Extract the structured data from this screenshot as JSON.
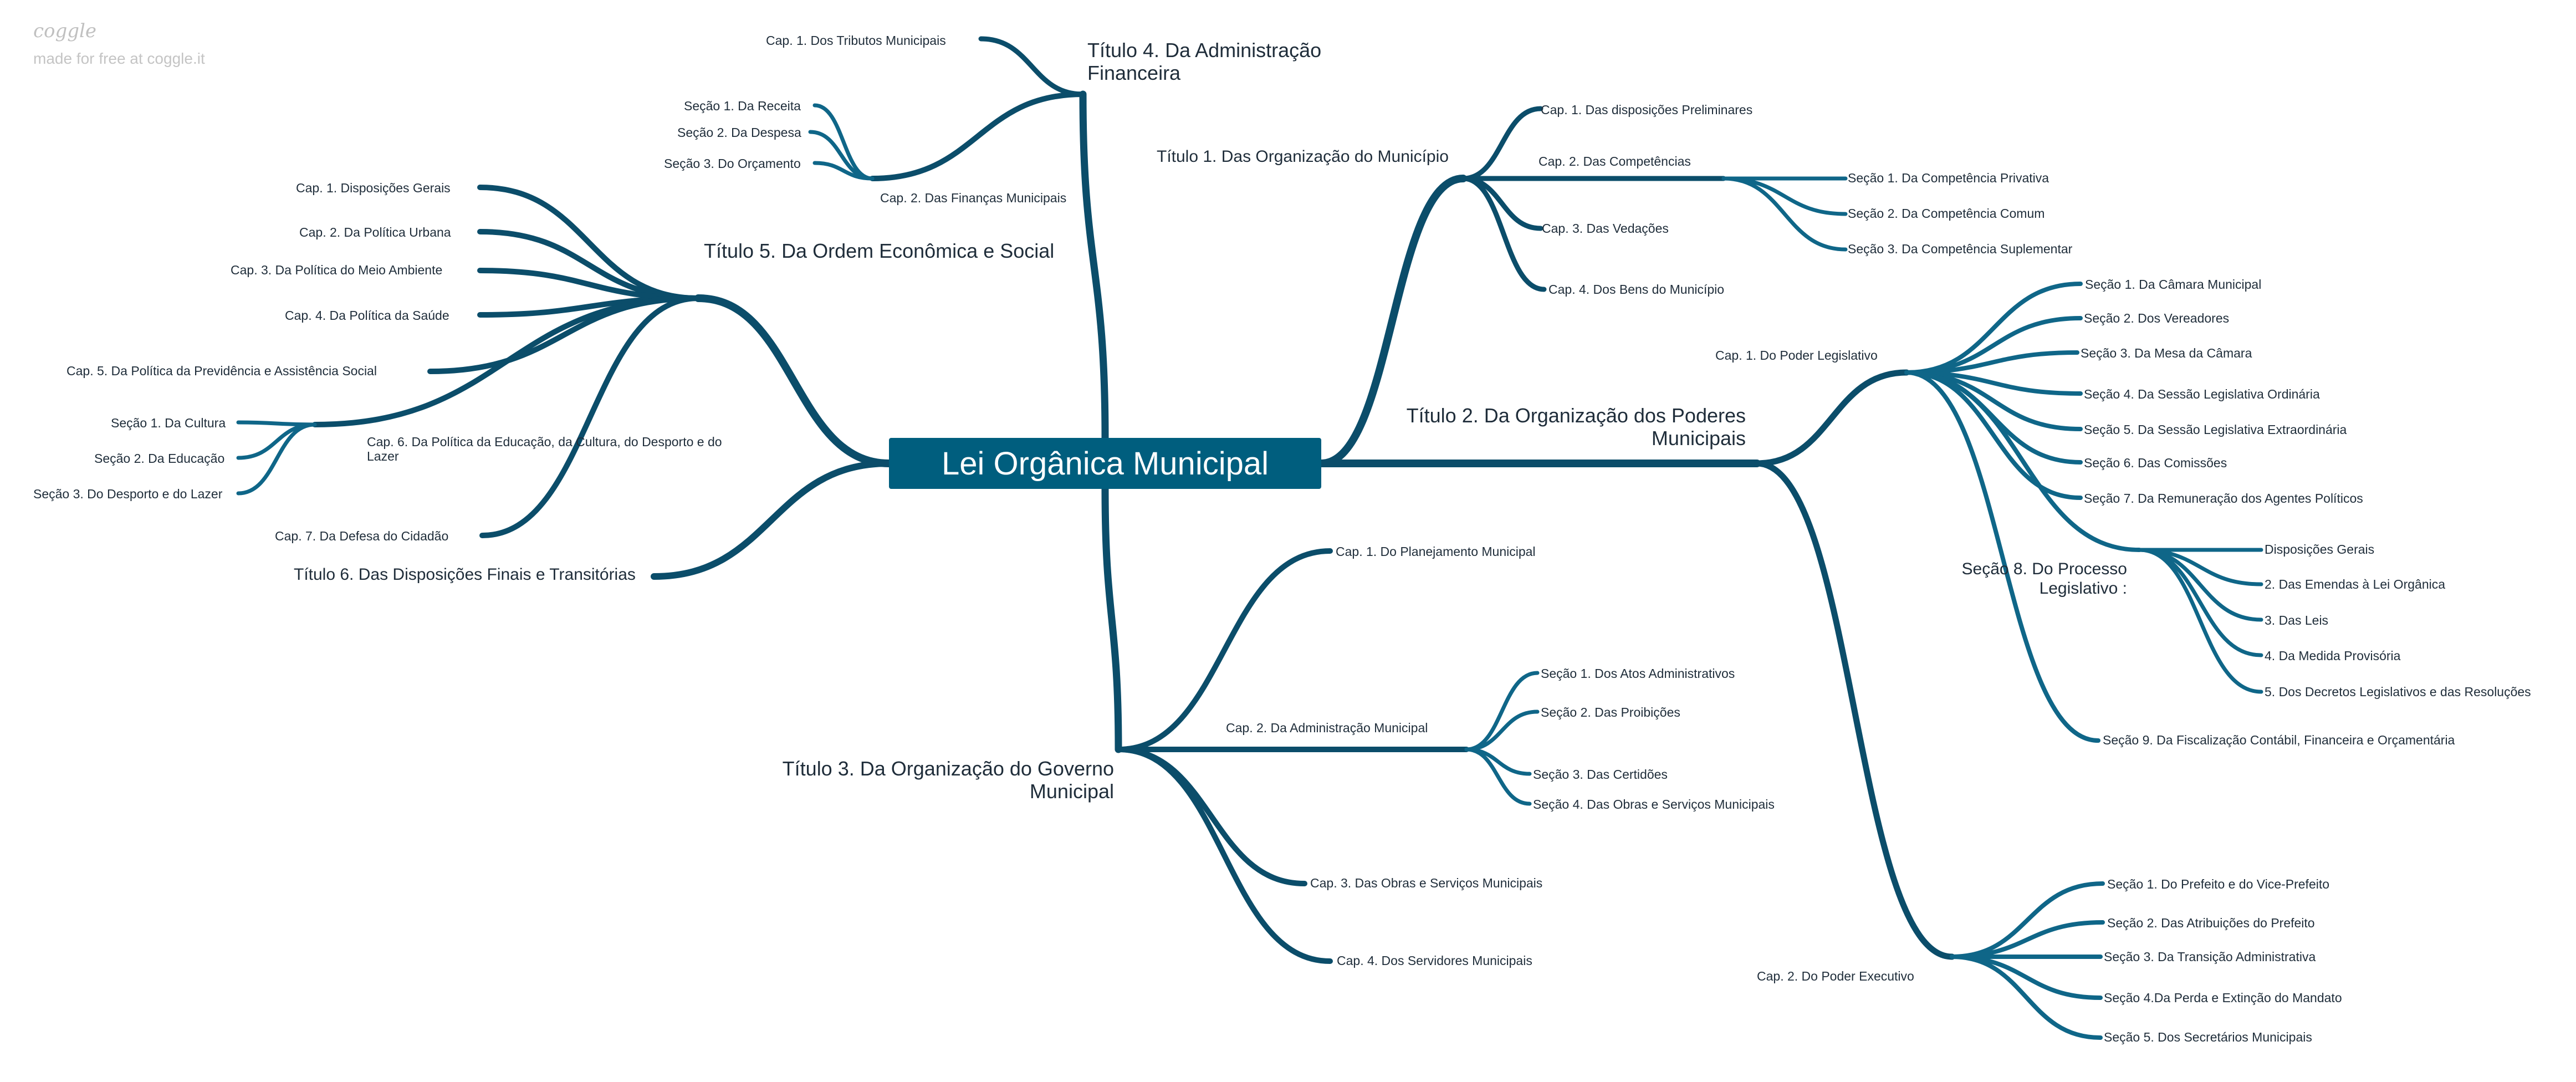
{
  "branding": {
    "logo": "coggle",
    "tagline": "made for free at coggle.it"
  },
  "colors": {
    "branch_dark": "#0b4d6a",
    "branch_mid": "#0f6688",
    "root_fill": "#005e7e"
  },
  "map": {
    "root": "Lei Orgânica Municipal",
    "t1": {
      "title": "Título 1. Das Organização do Município",
      "c1": "Cap. 1. Das disposições Preliminares",
      "c2": {
        "label": "Cap. 2. Das Competências",
        "s1": "Seção 1. Da Competência Privativa",
        "s2": "Seção 2. Da Competência Comum",
        "s3": "Seção 3. Da Competência Suplementar"
      },
      "c3": "Cap. 3. Das Vedações",
      "c4": "Cap. 4. Dos Bens do Município"
    },
    "t2": {
      "title": "Título 2. Da Organização dos Poderes Municipais",
      "c1": {
        "label": "Cap. 1. Do Poder Legislativo",
        "s1": "Seção 1. Da Câmara Municipal",
        "s2": "Seção 2. Dos Vereadores",
        "s3": "Seção 3. Da Mesa da Câmara",
        "s4": "Seção 4. Da Sessão Legislativa Ordinária",
        "s5": "Seção 5. Da Sessão Legislativa Extraordinária",
        "s6": "Seção 6. Das Comissões",
        "s7": "Seção 7. Da Remuneração dos Agentes Políticos",
        "s8": {
          "label": "Seção 8. Do Processo Legislativo :",
          "i1": "Disposições Gerais",
          "i2": "2. Das Emendas à Lei Orgânica",
          "i3": "3. Das Leis",
          "i4": "4. Da Medida Provisória",
          "i5": "5. Dos Decretos Legislativos e das Resoluções"
        },
        "s9": "Seção 9. Da Fiscalização Contábil, Financeira e Orçamentária"
      },
      "c2": {
        "label": "Cap. 2. Do Poder Executivo",
        "s1": "Seção 1. Do Prefeito e do Vice-Prefeito",
        "s2": "Seção 2. Das Atribuições do Prefeito",
        "s3": "Seção 3. Da Transição Administrativa",
        "s4": "Seção 4.Da Perda e Extinção do Mandato",
        "s5": "Seção 5. Dos Secretários Municipais"
      }
    },
    "t3": {
      "title": "Título 3. Da Organização do Governo Municipal",
      "c1": "Cap. 1. Do Planejamento Municipal",
      "c2": {
        "label": "Cap. 2. Da Administração Municipal",
        "s1": "Seção 1. Dos Atos Administrativos",
        "s2": "Seção 2. Das Proibições",
        "s3": "Seção 3. Das Certidões",
        "s4": "Seção 4. Das Obras e Serviços Municipais"
      },
      "c3": "Cap. 3. Das Obras e Serviços Municipais",
      "c4": "Cap. 4. Dos Servidores Municipais"
    },
    "t4": {
      "title": "Título 4. Da Administração Financeira",
      "c1": "Cap. 1. Dos Tributos Municipais",
      "c2": {
        "label": "Cap. 2. Das Finanças Municipais",
        "s1": "Seção 1. Da Receita",
        "s2": "Seção 2. Da Despesa",
        "s3": "Seção 3. Do Orçamento"
      }
    },
    "t5": {
      "title": "Título 5. Da Ordem Econômica e Social",
      "c1": "Cap. 1. Disposições Gerais",
      "c2": "Cap. 2. Da Política Urbana",
      "c3": "Cap. 3. Da Política do Meio Ambiente",
      "c4": "Cap. 4. Da Política da Saúde",
      "c5": "Cap. 5. Da Política da Previdência e Assistência Social",
      "c6": {
        "label": "Cap. 6. Da Política da Educação, da Cultura, do Desporto e do Lazer",
        "s1": "Seção 1. Da Cultura",
        "s2": "Seção 2. Da Educação",
        "s3": "Seção 3. Do Desporto e do Lazer"
      },
      "c7": "Cap. 7. Da Defesa do Cidadão"
    },
    "t6": {
      "title": "Título 6. Das Disposições Finais e Transitórias"
    }
  }
}
